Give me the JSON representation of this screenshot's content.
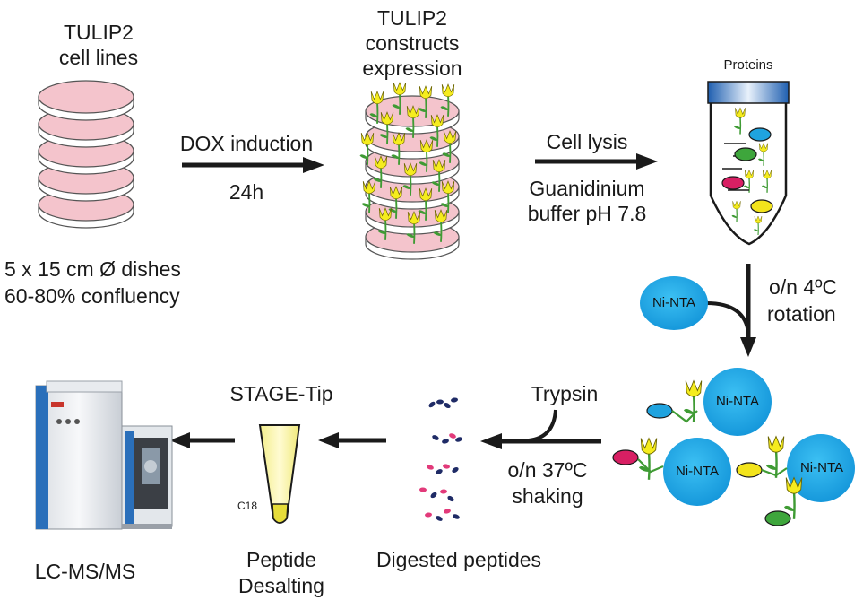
{
  "steps": {
    "cell_lines": {
      "title_line1": "TULIP2",
      "title_line2": "cell lines",
      "dish_line1": "5 x 15 cm Ø dishes",
      "dish_line2": "60-80% confluency"
    },
    "induction": {
      "label": "DOX induction",
      "time": "24h"
    },
    "expression": {
      "line1": "TULIP2",
      "line2": "constructs",
      "line3": "expression"
    },
    "lysis": {
      "label": "Cell lysis",
      "buffer_line1": "Guanidinium",
      "buffer_line2": "buffer pH 7.8"
    },
    "tube": {
      "label": "Proteins"
    },
    "binding": {
      "bead_label": "Ni-NTA",
      "cond_line1": "o/n 4ºC",
      "cond_line2": "rotation"
    },
    "beads": {
      "label": "Ni-NTA"
    },
    "digestion": {
      "enzyme": "Trypsin",
      "cond_line1": "o/n 37ºC",
      "cond_line2": "shaking"
    },
    "peptides": {
      "label": "Digested peptides"
    },
    "desalting": {
      "title": "STAGE-Tip",
      "tip": "C18",
      "line1": "Peptide",
      "line2": "Desalting"
    },
    "ms": {
      "label": "LC-MS/MS"
    }
  },
  "colors": {
    "dish_fill": "#f4c4cc",
    "petal": "#f5ec1e",
    "stem": "#3f9b34",
    "bead": "#1aa6e8",
    "protein_blue": "#1fa3df",
    "protein_green": "#3ea63c",
    "protein_magenta": "#d81f63",
    "protein_yellow": "#f3e41c",
    "arrow": "#1a1a1a"
  }
}
